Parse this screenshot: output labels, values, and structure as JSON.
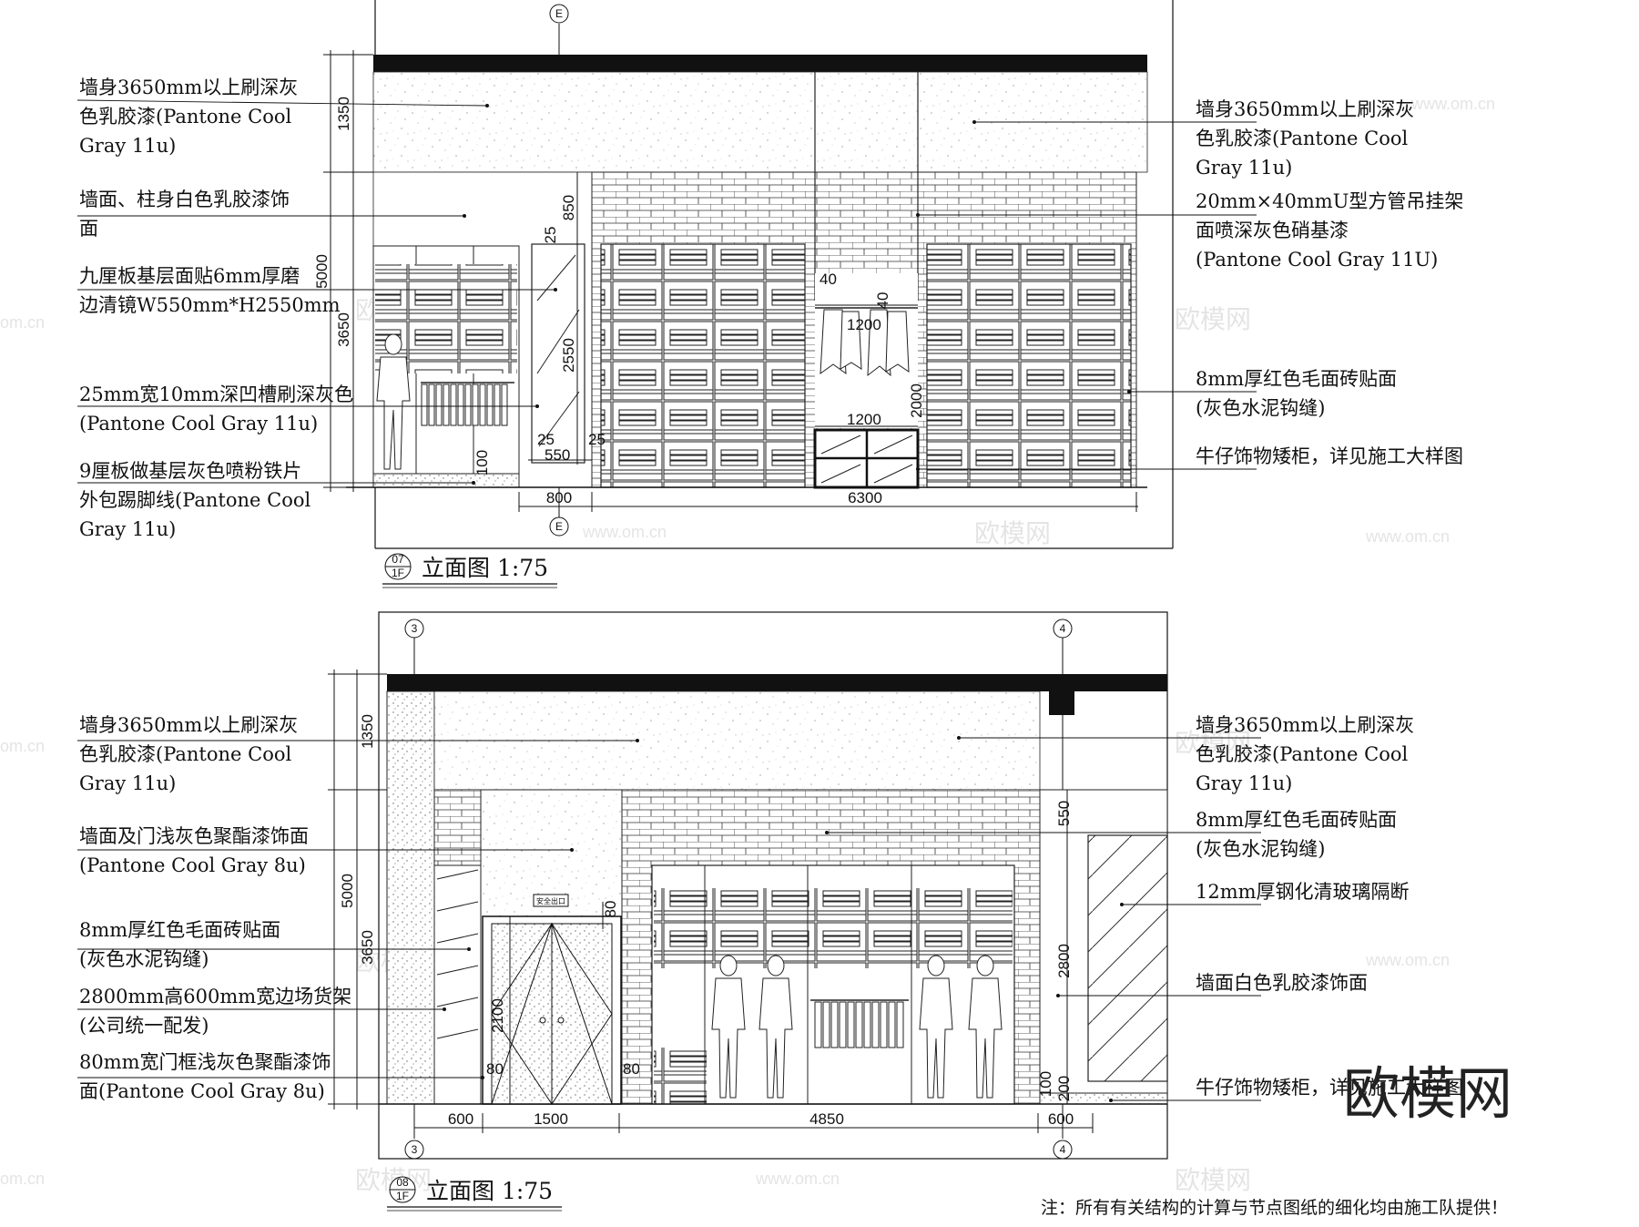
{
  "elevation_top": {
    "title": "立面图 1:75",
    "ref_top": "07",
    "ref_bottom": "1F",
    "axis_label": "E",
    "notes_left": [
      [
        "墙身3650mm以上刷深灰",
        "色乳胶漆(Pantone Cool",
        "Gray 11u)"
      ],
      [
        "墙面、柱身白色乳胶漆饰",
        "面"
      ],
      [
        "九厘板基层面贴6mm厚磨",
        "边清镜W550mm*H2550mm"
      ],
      [
        "25mm宽10mm深凹槽刷深灰色",
        "(Pantone Cool Gray 11u)"
      ],
      [
        "9厘板做基层灰色喷粉铁片",
        "外包踢脚线(Pantone Cool",
        "Gray 11u)"
      ]
    ],
    "notes_right": [
      [
        "墙身3650mm以上刷深灰",
        "色乳胶漆(Pantone Cool",
        "Gray 11u)"
      ],
      [
        "20mm×40mmU型方管吊挂架",
        "面喷深灰色硝基漆",
        "(Pantone Cool Gray 11U)"
      ],
      [
        "8mm厚红色毛面砖贴面",
        "(灰色水泥钩缝)"
      ],
      [
        "牛仔饰物矮柜，详见施工大样图"
      ]
    ],
    "dims": {
      "d1350": "1350",
      "d5000": "5000",
      "d3650": "3650",
      "d850": "850",
      "d25a": "25",
      "d2550": "2550",
      "d25b": "25",
      "d550": "550",
      "d25c": "25",
      "d100": "100",
      "d40a": "40",
      "d1200a": "1200",
      "d40b": "40",
      "d2000": "2000",
      "d1200b": "1200",
      "d800": "800",
      "d6300": "6300"
    }
  },
  "elevation_bottom": {
    "title": "立面图 1:75",
    "ref_top": "08",
    "ref_bottom": "1F",
    "axis_left": "3",
    "axis_right": "4",
    "door_sign": "安全出口",
    "notes_left": [
      [
        "墙身3650mm以上刷深灰",
        "色乳胶漆(Pantone Cool",
        "Gray 11u)"
      ],
      [
        "墙面及门浅灰色聚酯漆饰面",
        "(Pantone Cool Gray 8u)"
      ],
      [
        "8mm厚红色毛面砖贴面",
        "(灰色水泥钩缝)"
      ],
      [
        "2800mm高600mm宽边场货架",
        "(公司统一配发)"
      ],
      [
        "80mm宽门框浅灰色聚酯漆饰",
        "面(Pantone Cool Gray 8u)"
      ]
    ],
    "notes_right": [
      [
        "墙身3650mm以上刷深灰",
        "色乳胶漆(Pantone Cool",
        "Gray 11u)"
      ],
      [
        "8mm厚红色毛面砖贴面",
        "(灰色水泥钩缝)"
      ],
      [
        "12mm厚钢化清玻璃隔断"
      ],
      [
        "墙面白色乳胶漆饰面"
      ],
      [
        "牛仔饰物矮柜，详见施工大样图"
      ]
    ],
    "dims": {
      "d1350": "1350",
      "d5000": "5000",
      "d3650": "3650",
      "d80a": "80",
      "d2100": "2100",
      "d80b": "80",
      "d80c": "80",
      "d550": "550",
      "d2800": "2800",
      "d100": "100",
      "d200": "200",
      "d600a": "600",
      "d1500": "1500",
      "d4850": "4850",
      "d600b": "600"
    }
  },
  "footer_note": "注：所有有关结构的计算与节点图纸的细化均由施工队提供！",
  "watermarks": [
    "欧模网",
    "www.om.cn",
    "om.cn"
  ],
  "brand": "欧模网"
}
